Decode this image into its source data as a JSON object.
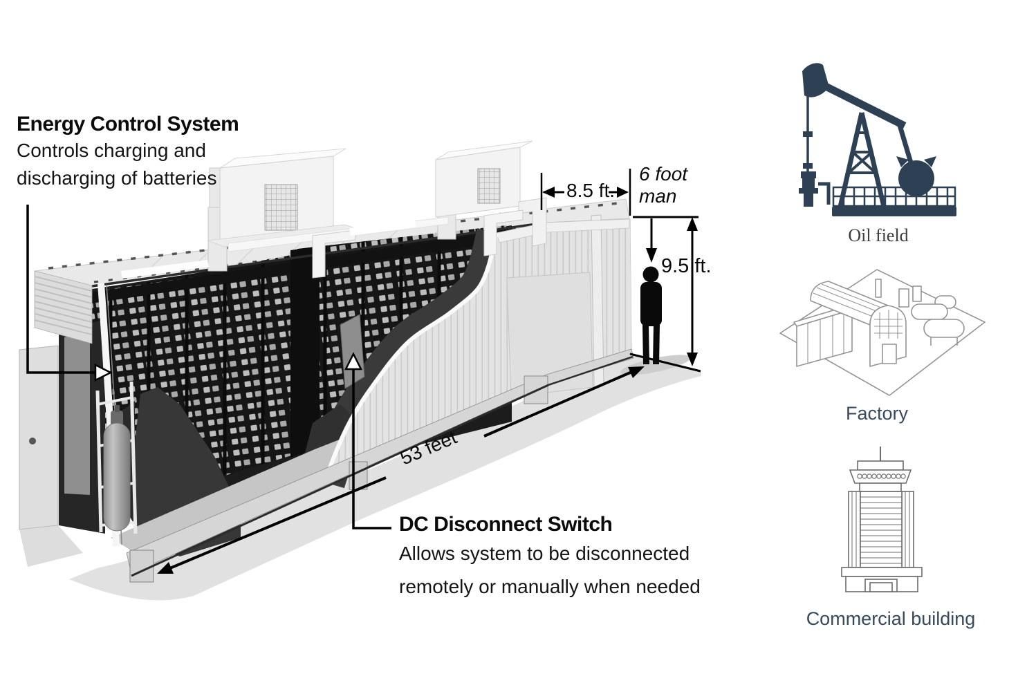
{
  "illustration": {
    "energy_control_system": {
      "title": "Energy Control System",
      "desc_line1": "Controls charging and",
      "desc_line2": "discharging of batteries"
    },
    "dc_disconnect_switch": {
      "title": "DC Disconnect Switch",
      "desc_line1": "Allows system to be disconnected",
      "desc_line2": "remotely or manually when needed"
    },
    "dimensions": {
      "container_width": "8.5 ft.",
      "container_height": "9.5 ft.",
      "container_length": "53 feet",
      "man_line1": "6 foot",
      "man_line2": "man"
    }
  },
  "applications": {
    "oil_field": "Oil field",
    "factory": "Factory",
    "commercial_building": "Commercial building"
  },
  "icons": {
    "oil_field": "pumpjack-silhouette",
    "factory": "isometric-factory-line-art",
    "commercial_building": "high-rise-building-line-art"
  },
  "colors": {
    "pumpjack_navy": "#2e4154",
    "app_label_slate": "#37495d",
    "text_black": "#0d0d0d"
  }
}
